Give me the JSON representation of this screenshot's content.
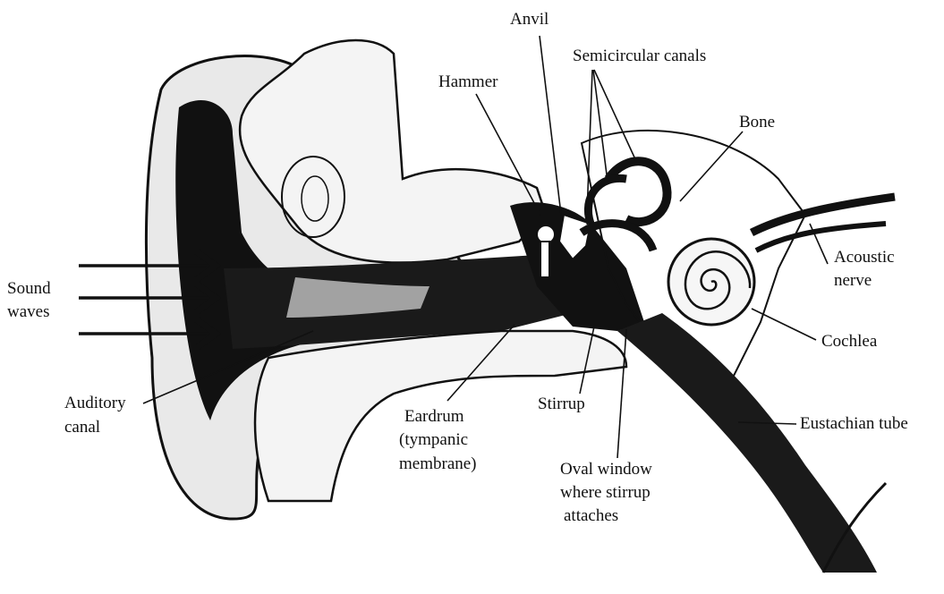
{
  "labels": {
    "anvil": "Anvil",
    "semicircular_canals": "Semicircular canals",
    "hammer": "Hammer",
    "bone": "Bone",
    "acoustic_1": "Acoustic",
    "acoustic_2": "nerve",
    "sound_1": "Sound",
    "sound_2": "waves",
    "cochlea": "Cochlea",
    "auditory_1": "Auditory",
    "auditory_2": "canal",
    "eardrum_1": "Eardrum",
    "eardrum_2": "(tympanic",
    "eardrum_3": "membrane)",
    "stirrup": "Stirrup",
    "eustachian": "Eustachian tube",
    "oval_1": "Oval window",
    "oval_2": "where stirrup",
    "oval_3": "attaches"
  }
}
